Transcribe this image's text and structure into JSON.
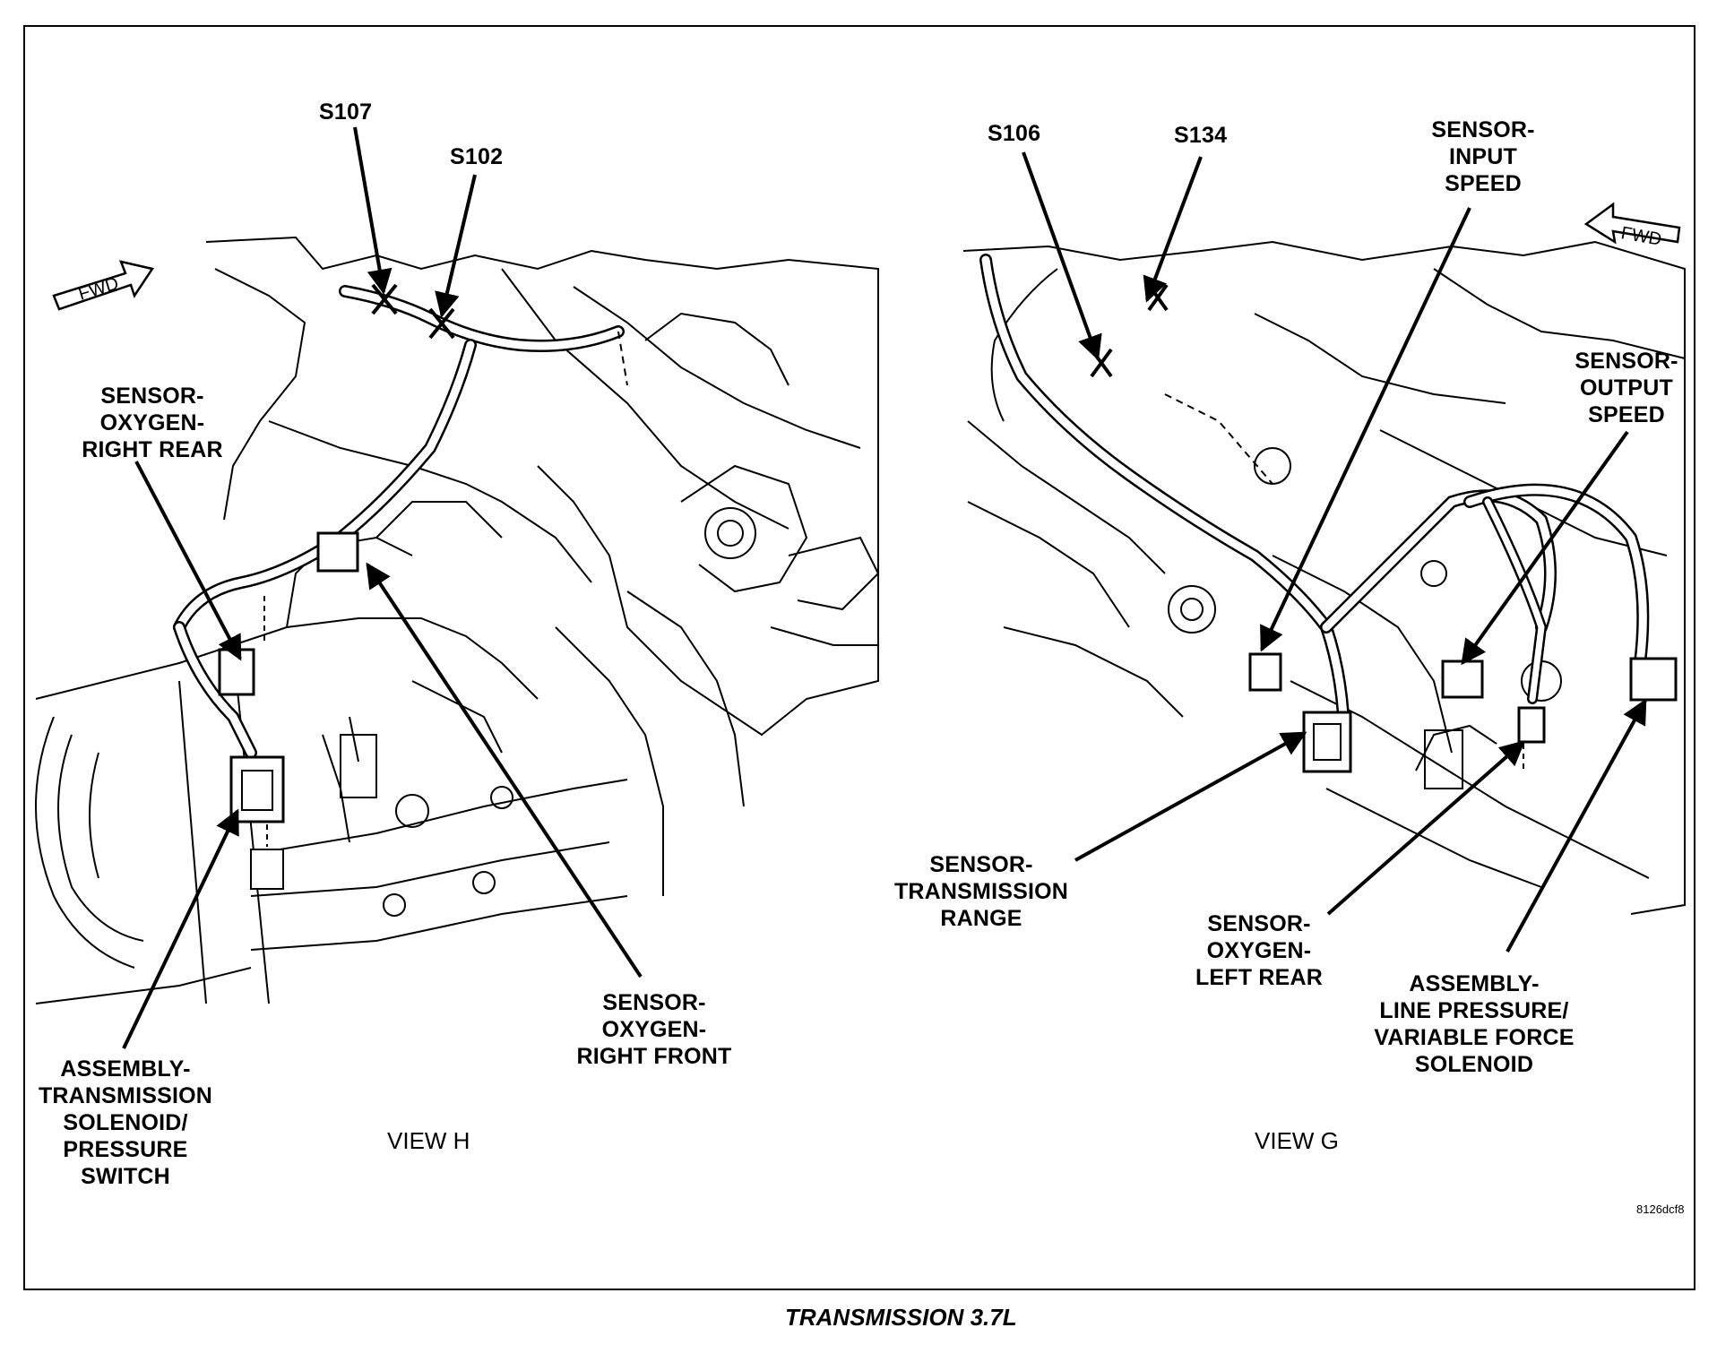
{
  "caption": "TRANSMISSION 3.7L",
  "figure_code": "8126dcf8",
  "views": {
    "h": {
      "title": "VIEW H",
      "fwd": "FWD"
    },
    "g": {
      "title": "VIEW G",
      "fwd": "FWD"
    }
  },
  "labels": {
    "s107": "S107",
    "s102": "S102",
    "s106": "S106",
    "s134": "S134",
    "o2_right_rear": "SENSOR-\nOXYGEN-\nRIGHT REAR",
    "o2_right_front": "SENSOR-\nOXYGEN-\nRIGHT FRONT",
    "trans_solenoid": "ASSEMBLY-\nTRANSMISSION\nSOLENOID/\nPRESSURE\nSWITCH",
    "input_speed": "SENSOR-\nINPUT\nSPEED",
    "output_speed": "SENSOR-\nOUTPUT\nSPEED",
    "trans_range": "SENSOR-\nTRANSMISSION\nRANGE",
    "o2_left_rear": "SENSOR-\nOXYGEN-\nLEFT REAR",
    "line_pressure": "ASSEMBLY-\nLINE PRESSURE/\nVARIABLE FORCE\nSOLENOID"
  }
}
